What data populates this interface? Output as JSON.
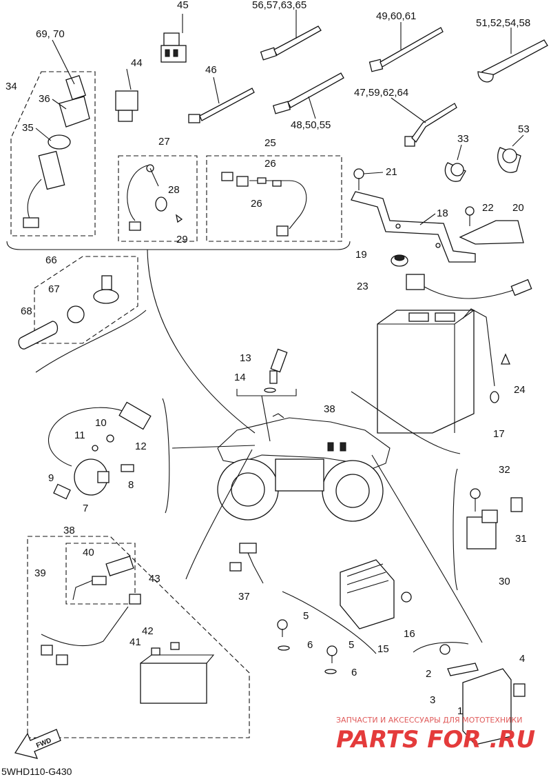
{
  "diagram": {
    "drawing_code": "5WHD110-G430",
    "direction_label": "FWD",
    "watermark": {
      "caption": "ЗАПЧАСТИ И АКСЕССУАРЫ ДЛЯ МОТОТЕХНИКИ",
      "logo_text": "PARTS FOR .RU"
    },
    "callouts": {
      "c45": "45",
      "c56": "56,57,63,65",
      "c49": "49,60,61",
      "c51": "51,52,54,58",
      "c6970": "69, 70",
      "c44": "44",
      "c46": "46",
      "c34": "34",
      "c36": "36",
      "c35": "35",
      "c4750": "48,50,55",
      "c4759": "47,59,62,64",
      "c33": "33",
      "c53": "53",
      "c27": "27",
      "c25": "25",
      "c26a": "26",
      "c26b": "26",
      "c28": "28",
      "c29": "29",
      "c21": "21",
      "c18": "18",
      "c22": "22",
      "c20": "20",
      "c19": "19",
      "c66": "66",
      "c67": "67",
      "c68": "68",
      "c23": "23",
      "c13": "13",
      "c14": "14",
      "c24": "24",
      "c17": "17",
      "c38a": "38",
      "c10": "10",
      "c11": "11",
      "c12": "12",
      "c9": "9",
      "c8": "8",
      "c7": "7",
      "c32": "32",
      "c31": "31",
      "c30": "30",
      "c38b": "38",
      "c40": "40",
      "c39": "39",
      "c43": "43",
      "c37": "37",
      "c5a": "5",
      "c6a": "6",
      "c5b": "5",
      "c6b": "6",
      "c15": "15",
      "c16": "16",
      "c42": "42",
      "c41": "41",
      "c4": "4",
      "c2": "2",
      "c3": "3",
      "c1": "1"
    }
  }
}
